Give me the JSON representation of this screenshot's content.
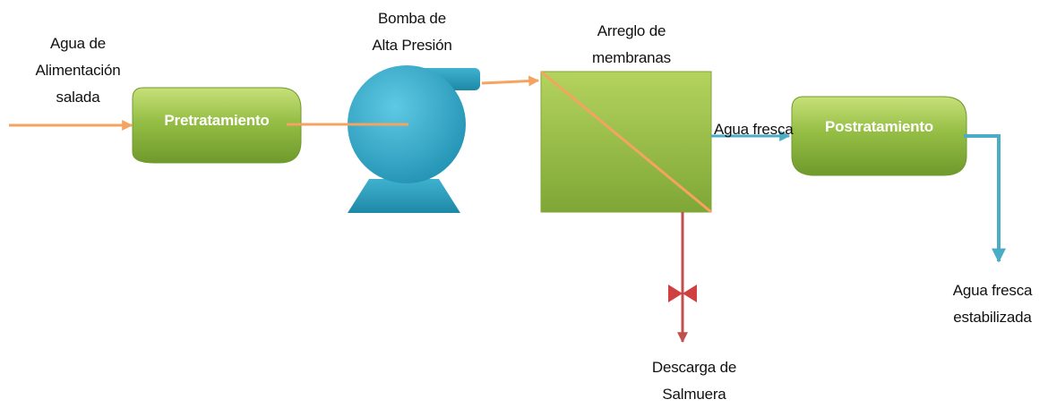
{
  "diagram": {
    "nodes": {
      "pretreatment": "Pretratamiento",
      "posttreatment": "Postratamiento"
    },
    "labels": {
      "feed": [
        "Agua de",
        "Alimentación",
        "salada"
      ],
      "pump": [
        "Bomba de",
        "Alta Presión"
      ],
      "membranes": [
        "Arreglo de",
        "membranas"
      ],
      "fresh_water": "Agua fresca",
      "brine": [
        "Descarga de",
        "Salmuera"
      ],
      "stabilized": [
        "Agua fresca",
        "estabilizada"
      ]
    },
    "colors": {
      "feed_line": "#f4a460",
      "fresh_line": "#4bacc6",
      "brine_line": "#c0504d",
      "box_green": "#8cb43a",
      "pump_blue": "#31a7c6"
    }
  }
}
